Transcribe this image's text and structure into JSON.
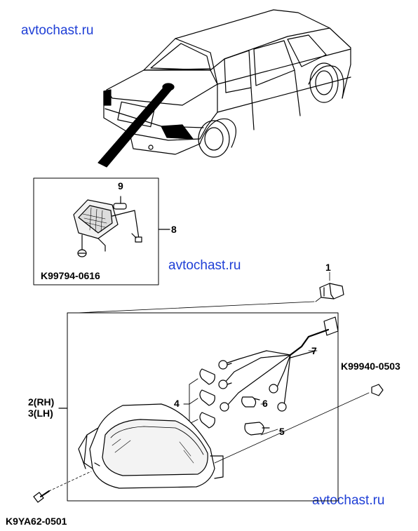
{
  "watermarks": [
    "avtochast.ru",
    "avtochast.ru",
    "avtochast.ru"
  ],
  "callouts": {
    "part_1": "1",
    "part_rh": "2(RH)",
    "part_lh": "3(LH)",
    "part_4": "4",
    "part_5": "5",
    "part_6": "6",
    "part_7": "7",
    "part_8": "8",
    "part_9": "9"
  },
  "part_numbers": {
    "high_mount_grommet": "K99794-0616",
    "side_clip": "K99940-0503",
    "mount_screw": "K9YA62-0501"
  },
  "colors": {
    "line": "#000000",
    "watermark": "#1f3fd6",
    "marker": "#000000"
  }
}
